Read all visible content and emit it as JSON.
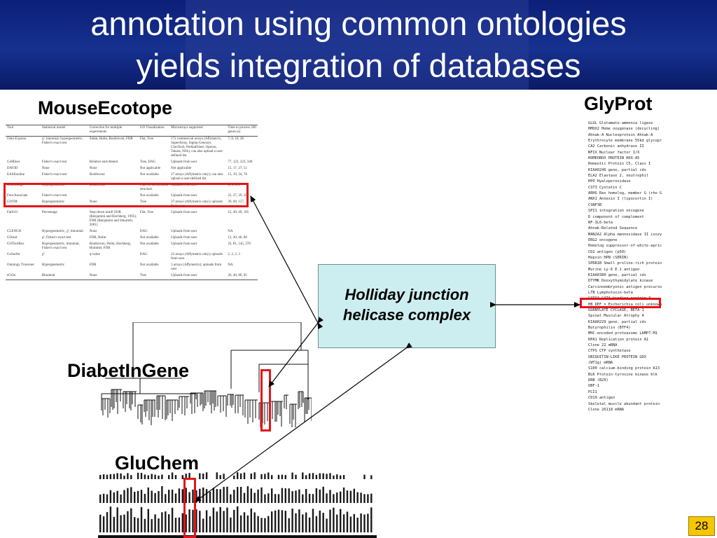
{
  "title": "annotation using common ontologies\nyields integration of databases",
  "labels": {
    "mouse_ecotope": "MouseEcotope",
    "glyprot": "GlyProt",
    "diabetingene": "DiabetInGene",
    "gluchem": "GluChem"
  },
  "center_box": "Holliday junction helicase complex",
  "slide_number": "28",
  "table": {
    "headers": [
      "Tool",
      "Statistical model",
      "Correction for multiple experiments",
      "GO Visualization",
      "Microarrays supported",
      "Time to process 200 genes (s)"
    ],
    "rows": [
      [
        "Onto-Express",
        "χ², binomial, hypergeometric, Fisher's exact test",
        "Šidák, Holm, Bonferroni, FDR",
        "Flat, Tree",
        "172 commercial arrays (Affymetrix, SuperArray, Sigma-Genosys, ClonTech, PerkinElmer, Operon, Takara, NIA); can also upload a user-defined list",
        "7, 8, 16, 28"
      ],
      [
        "GoMiner",
        "Fisher's exact test",
        "Relative enrichment",
        "Tree, DAG",
        "Uploads from user",
        "77, 123, 223, 340"
      ],
      [
        "DAVID",
        "None",
        "None",
        "Not applicable",
        "Not applicable",
        "15, 17, 27, 51"
      ],
      [
        "EASEonline",
        "Fisher's exact test",
        "Bonferroni",
        "Not available",
        "27 arrays (Affymetrix only); can also upload a user-defined list",
        "15, 19, 34, 78"
      ],
      [
        "GeneMerge",
        "Hypergeometric",
        "Bonferroni",
        "Flat, no hierarchical structure",
        "Uploads from user",
        "6, 6, 6, 8"
      ],
      [
        "FuncAssociate",
        "Fisher's exact test",
        "",
        "Not available",
        "Uploads from user",
        "22, 27, 29, 50"
      ],
      [
        "GOTM",
        "Hypergeometric",
        "None",
        "Tree",
        "37 arrays (Affymetrix only); uploads from user",
        "39, 60, 157,"
      ],
      [
        "FatiGO",
        "Percentage",
        "Step-down minP, FDR (Benjamini and Hochberg, 1995), FDR (Benjamini and Yekutieli, 2001)",
        "Flat, Tree",
        "Uploads from user",
        "15, 49, 69, 105"
      ],
      [
        "CLENCH",
        "Hypergeometric, χ², binomial",
        "None",
        "DAG",
        "Uploads from user",
        "NA"
      ],
      [
        "GOstat",
        "χ², Fisher's exact test",
        "FDR, Holm",
        "Not available",
        "Uploads from user",
        "12, 20, 46, 80"
      ],
      [
        "GOToolBox",
        "Hypergeometric, binomial, Fisher's exact test",
        "Bonferroni, Holm, Hochberg, Hommel, FDR",
        "Not available",
        "Uploads from user",
        "22, 81, 145, 270"
      ],
      [
        "GoSurfer",
        "χ²",
        "q-value",
        "DAG",
        "22 arrays (Affymetrix only); uploads from user",
        "2, 2, 2, 3"
      ],
      [
        "Ontology Traverser",
        "Hypergeometric",
        "FDR",
        "Not available",
        "5 arrays (Affymetrix); uploads from user",
        "NA"
      ],
      [
        "eGOn",
        "Binomial",
        "None",
        "Tree",
        "Uploads from user",
        "20, 40, 80, 95"
      ]
    ]
  },
  "glyprot_entries": [
    "GLUL Glutamate-ammonia ligase",
    "HMOX2 Heme oxygenase (decycling) 2",
    "Ahnak-A Nucleoprotein Ahnak-A",
    "Erythrocyte membrane 55kd glycoprotein",
    "CA2 Carbonic anhydrase II",
    "NFIX Nuclear factor I/X",
    "HOMEOBOX PROTEIN HOX-A5",
    "Homeotic Protein C5, Class I",
    "KIAA0246 gene, partial cds",
    "ELA2 Elastase 2, neutrophil",
    "HPO Hyaloperoxidase",
    "CST3 Cystatin C",
    "ARHG Ras homolog, member G (rho G)",
    "ANX1 Annexin I (lipocortin I)",
    "CSNF3B",
    "SPI1 integration oncogene",
    "D component of complement",
    "NF-IL6-beta",
    "Ahnak-Related Sequence",
    "MAN2A2 Alpha mannosidase II isozyme",
    "ERG2 oncogene",
    "Homolog suppressor-of-white-apricot",
    "CD2 antigen (p50)",
    "Hepsin HPN (SERIN)",
    "SPRR1B Small proline-rich protein 1B",
    "Murine Ly-6 E.1 antigen",
    "KIAA0380 gene, partial cds",
    "DTYMK Deoxythymidylate kinase",
    "Carcinoembryonic antigen precursor",
    "LTB Lymphotoxin-beta",
    "GATA3 GATA-binding protein 3",
    "HB DEF = Escherichia coli unknown",
    "GUANYLATE CYCLASE, BETA-1",
    "Spinal Muscular Atrophy 4",
    "KIAA0229 gene, partial cds",
    "Butyrophilin (BTF4)",
    "MHC-encoded proteasome LAMP7-M1",
    "RPA1 Replication protein A1",
    "Clone 22 mRNA",
    "CTPS CTP synthetase",
    "UBIQUITIN-LIKE PROTEIN GDX",
    "(WT1g) mRNA",
    "S100 calcium-binding protein A13",
    "BLK Protein-tyrosine kinase blk",
    "DRB (B29)",
    "OBF-1",
    "PCI1",
    "CD19 antigen",
    "Skeletal muscle abundant protein",
    "Clone 26118 mRNA"
  ],
  "colors": {
    "header_bg": "#14309a",
    "highlight_red": "#e4141b",
    "box_fill": "#cdeef0",
    "slide_badge": "#f6c600"
  }
}
